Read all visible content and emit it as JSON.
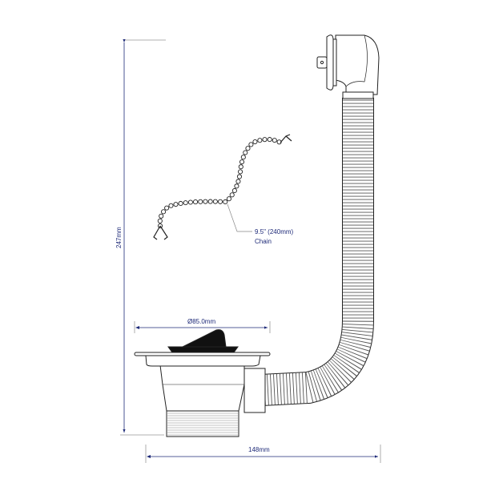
{
  "dimensions": {
    "height": "247mm",
    "width": "148mm",
    "flange_diameter": "Ø85.0mm"
  },
  "chain": {
    "length": "9.5\" (240mm)",
    "label": "Chain"
  },
  "colors": {
    "dimension": "#1e2a78",
    "outline": "#222222",
    "extension": "#8a8a8a"
  }
}
